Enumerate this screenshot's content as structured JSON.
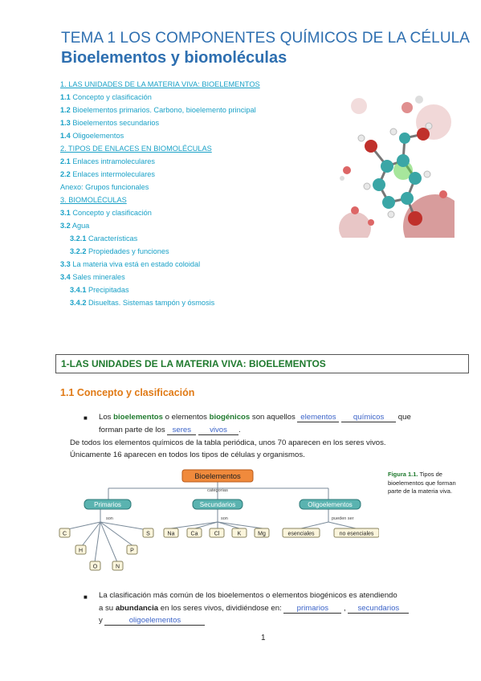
{
  "header": {
    "title": "TEMA 1 LOS COMPONENTES QUÍMICOS DE LA CÉLULA",
    "subtitle": "Bioelementos y biomoléculas"
  },
  "toc": [
    {
      "text": "1. LAS UNIDADES DE LA MATERIA VIVA: BIOELEMENTOS",
      "level": 0
    },
    {
      "num": "1.1",
      "text": " Concepto y clasificación",
      "level": 1
    },
    {
      "num": "1.2",
      "text": " Bioelementos primarios. Carbono, bioelemento principal",
      "level": 1
    },
    {
      "num": "1.3",
      "text": " Bioelementos secundarios",
      "level": 1
    },
    {
      "num": "1.4",
      "text": " Oligoelementos",
      "level": 1
    },
    {
      "text": "2. TIPOS DE ENLACES EN BIOMOLÉCULAS",
      "level": 0
    },
    {
      "num": "2.1",
      "text": " Enlaces intramoleculares",
      "level": 1
    },
    {
      "num": "2.2",
      "text": " Enlaces intermoleculares",
      "level": 1
    },
    {
      "text": "Anexo: Grupos funcionales",
      "level": 1
    },
    {
      "text": "3. BIOMOLÉCULAS",
      "level": 0
    },
    {
      "num": "3.1",
      "text": " Concepto y clasificación",
      "level": 1
    },
    {
      "num": "3.2",
      "text": " Agua",
      "level": 1
    },
    {
      "num": "3.2.1",
      "text": " Características",
      "level": 2
    },
    {
      "num": "3.2.2",
      "text": " Propiedades y funciones",
      "level": 2
    },
    {
      "num": "3.3",
      "text": " La materia viva está en estado coloidal",
      "level": 1
    },
    {
      "num": "3.4",
      "text": " Sales minerales",
      "level": 1
    },
    {
      "num": "3.4.1",
      "text": " Precipitadas",
      "level": 2
    },
    {
      "num": "3.4.2",
      "text": " Disueltas. Sistemas tampón y ósmosis",
      "level": 2
    }
  ],
  "section": {
    "title": "1-LAS UNIDADES DE LA MATERIA VIVA: BIOELEMENTOS",
    "subtitle": "1.1 Concepto y clasificación"
  },
  "para1": {
    "a": "Los ",
    "b": "bioelementos",
    "c": " o elementos ",
    "d": "biogénicos",
    "e": " son aquellos ",
    "blank1": "elementos",
    "blank2": "químicos",
    "f": " que",
    "g": "forman parte de los ",
    "blank3": "seres",
    "blank4": "vivos",
    "h": "."
  },
  "para2": "De todos los elementos químicos de la tabla periódica, unos 70 aparecen en los seres vivos.",
  "para3": "Únicamente 16 aparecen en todos los tipos de células y organismos.",
  "diagram": {
    "root": "Bioelementos",
    "link_root": "categorías",
    "primarios": "Primarios",
    "secundarios": "Secundarios",
    "oligo": "Oligoelementos",
    "link_son1": "son",
    "link_son2": "son",
    "link_pueden": "pueden ser",
    "prim_items": [
      "C",
      "H",
      "O",
      "N",
      "P",
      "S"
    ],
    "sec_items": [
      "Na",
      "Ca",
      "Cl",
      "K",
      "Mg"
    ],
    "oligo_items": [
      "esenciales",
      "no esenciales"
    ]
  },
  "figure_caption": {
    "label": "Figura 1.1.",
    "text": " Tipos de bioelementos que forman parte de la materia viva."
  },
  "para4": {
    "a": "La clasificación más común de los bioelementos o elementos biogénicos es atendiendo",
    "b": "a su ",
    "c": "abundancia",
    "d": " en los seres vivos, dividiéndose en: ",
    "blank1": "primarios",
    "e": " , ",
    "blank2": "secundarios",
    "f": "y ",
    "blank3": "oligoelementos"
  },
  "page_number": "1",
  "colors": {
    "title_blue": "#2e6fb0",
    "toc_cyan": "#1aa1c7",
    "section_green": "#1f7a2e",
    "subsection_orange": "#e07a16",
    "fill_blue": "#3b63c8",
    "diagram_root": "#f08a3c",
    "diagram_teal": "#5ab3b0"
  }
}
